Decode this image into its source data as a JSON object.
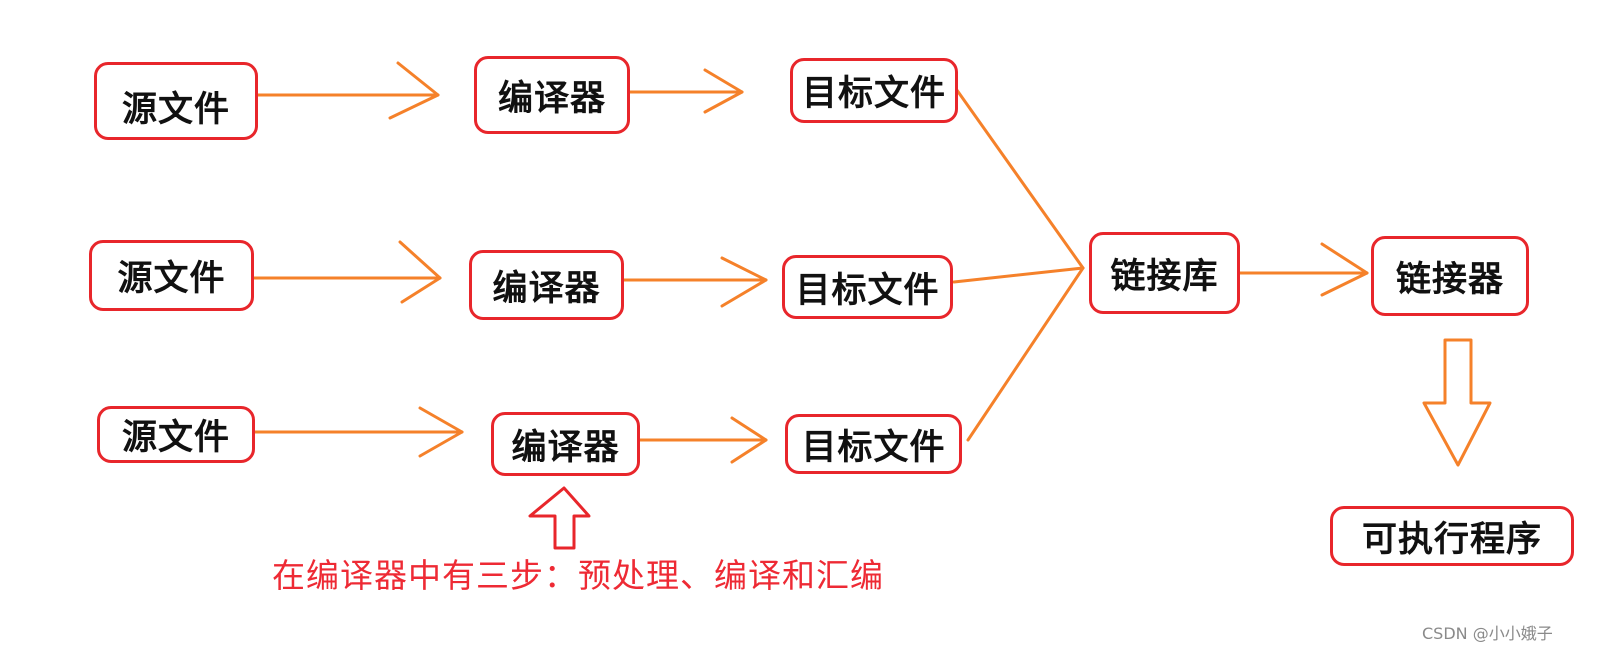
{
  "colors": {
    "node_border": "#e8262b",
    "arrow": "#f5812a",
    "note": "#ee2a34"
  },
  "nodes": {
    "source_1": "源文件",
    "source_2": "源文件",
    "source_3": "源文件",
    "compiler_1": "编译器",
    "compiler_2": "编译器",
    "compiler_3": "编译器",
    "object_1": "目标文件",
    "object_2": "目标文件",
    "object_3": "目标文件",
    "library": "链接库",
    "linker": "链接器",
    "executable": "可执行程序"
  },
  "annotation": "在编译器中有三步：预处理、编译和汇编",
  "watermark": "CSDN @小小娥子"
}
